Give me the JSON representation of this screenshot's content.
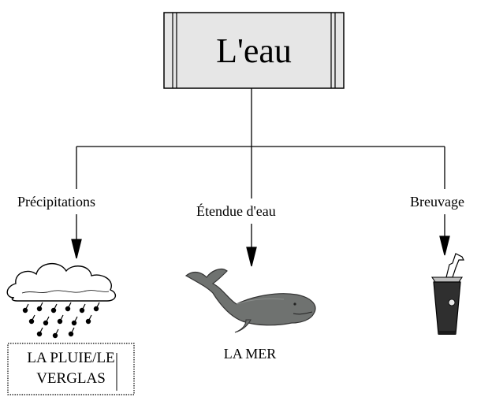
{
  "title": "L'eau",
  "branches": [
    {
      "label": "Précipitations",
      "icon": "rain-cloud-icon"
    },
    {
      "label": "Étendue d'eau",
      "icon": "whale-icon"
    },
    {
      "label": "Breuvage",
      "icon": "drink-cup-icon"
    }
  ],
  "answers": {
    "precipitations_line1": "LA PLUIE/LE",
    "precipitations_line2": "VERGLAS",
    "etendue": "LA MER"
  },
  "colors": {
    "title_box_fill": "#e6e6e6",
    "whale": "#6f7270",
    "cup": "#2f2f2f"
  }
}
